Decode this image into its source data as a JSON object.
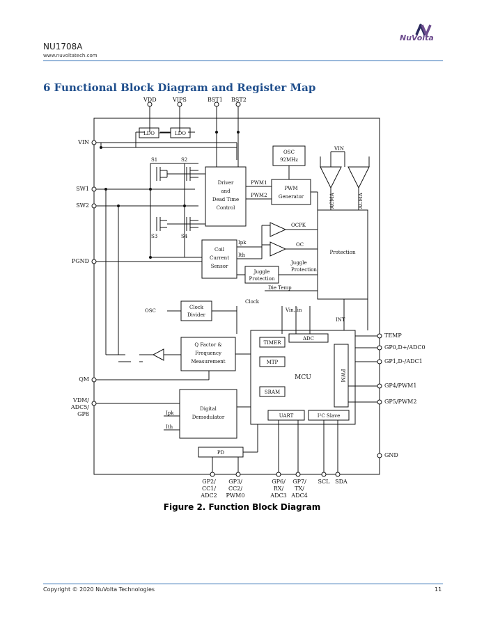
{
  "header": {
    "part_number": "NU1708A",
    "website": "www.nuvoltatech.com",
    "logo_text": "NuVolta",
    "brand_color": "#6d4c8e"
  },
  "section": {
    "title": "6 Functional Block Diagram and Register Map"
  },
  "figure": {
    "caption": "Figure 2. Function Block Diagram",
    "blocks": {
      "ldo1": "LDO",
      "ldo2": "LDO",
      "osc_92": [
        "OSC",
        "92MHz"
      ],
      "driver": [
        "Driver",
        "and",
        "Dead Time",
        "Control"
      ],
      "pwm_gen": [
        "PWM",
        "Generator"
      ],
      "protection": "Protection",
      "coil_sensor": [
        "Coil",
        "Current",
        "Sensor"
      ],
      "juggle_box": [
        "Juggle",
        "Protection"
      ],
      "clock_divider": [
        "Clock",
        "Divider"
      ],
      "q_factor": [
        "Q Factor &",
        "Frequency",
        "Measurement"
      ],
      "mcu": "MCU",
      "timer": "TIMER",
      "adc": "ADC",
      "mtp": "MTP",
      "sram": "SRAM",
      "pwm_vert": "PWM",
      "uart": "UART",
      "i2c_slave": "I²C Slave",
      "digital_demod": [
        "Digital",
        "Demodulator"
      ],
      "pd": "PD"
    },
    "pins_top": [
      "VDD",
      "VIPS",
      "BST1",
      "BST2"
    ],
    "pins_left": [
      "VIN",
      "SW1",
      "SW2",
      "PGND",
      "QM"
    ],
    "pin_vdm": [
      "VDM/",
      "ADC5/",
      "GP8"
    ],
    "pins_right": [
      "TEMP",
      "GP0,D+/ADC0",
      "GP1,D-/ADC1",
      "GP4/PWM1",
      "GP5/PWM2",
      "GND"
    ],
    "pins_bottom": [
      [
        "GP2/",
        "CC1/",
        "ADC2"
      ],
      [
        "GP3/",
        "CC2/",
        "PWM0"
      ],
      [
        "GP6/",
        "RX/",
        "ADC3"
      ],
      [
        "GP7/",
        "TX/",
        "ADC4"
      ],
      [
        "SCL"
      ],
      [
        "SDA"
      ]
    ],
    "labels": {
      "switches": [
        "S1",
        "S2",
        "S3",
        "S4"
      ],
      "pwm1": "PWM1",
      "pwm2": "PWM2",
      "ocpk": "OCPK",
      "oc": "OC",
      "ipk": "Ipk",
      "ith": "Ith",
      "juggle_label": [
        "Juggle",
        "Protection"
      ],
      "die_temp": "Die Temp",
      "clock": "Clock",
      "vin_adc": "Vin,Iin",
      "int": "INT",
      "osc": "OSC",
      "vin_top": "VIN",
      "acma1": "ACMA",
      "acma2": "ACMA",
      "ipk_in": "Ipk",
      "ith_in": "Ith"
    }
  },
  "footer": {
    "copyright": "Copyright © 2020 NuVolta Technologies",
    "page": "11"
  }
}
